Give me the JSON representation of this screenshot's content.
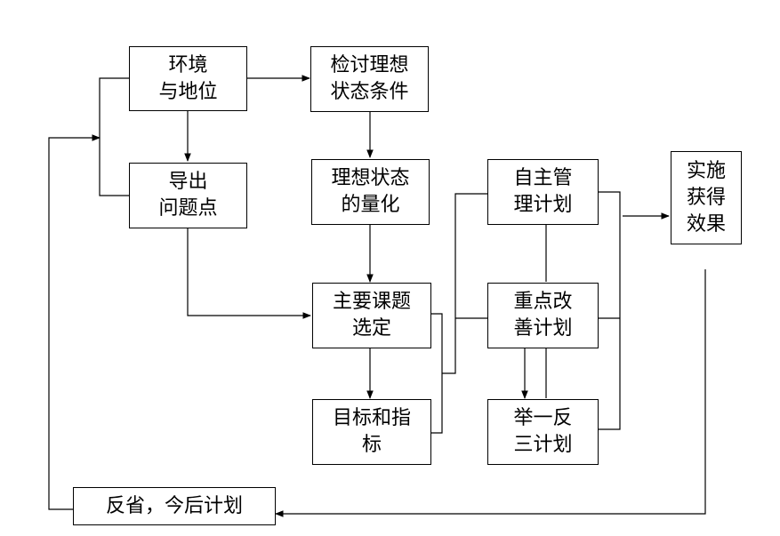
{
  "diagram": {
    "nodes": {
      "env": {
        "label": "环境\n与地位"
      },
      "review": {
        "label": "检讨理想\n状态条件"
      },
      "derive": {
        "label": "导出\n问题点"
      },
      "quantify": {
        "label": "理想状态\n的量化"
      },
      "self_mgmt": {
        "label": "自主管\n理计划"
      },
      "implement": {
        "label": "实施\n获得\n效果"
      },
      "topic": {
        "label": "主要课题\n选定"
      },
      "key_improve": {
        "label": "重点改\n善计划"
      },
      "targets": {
        "label": "目标和指\n标"
      },
      "replicate": {
        "label": "举一反\n三计划"
      },
      "reflect": {
        "label": "反省，今后计划"
      }
    }
  }
}
